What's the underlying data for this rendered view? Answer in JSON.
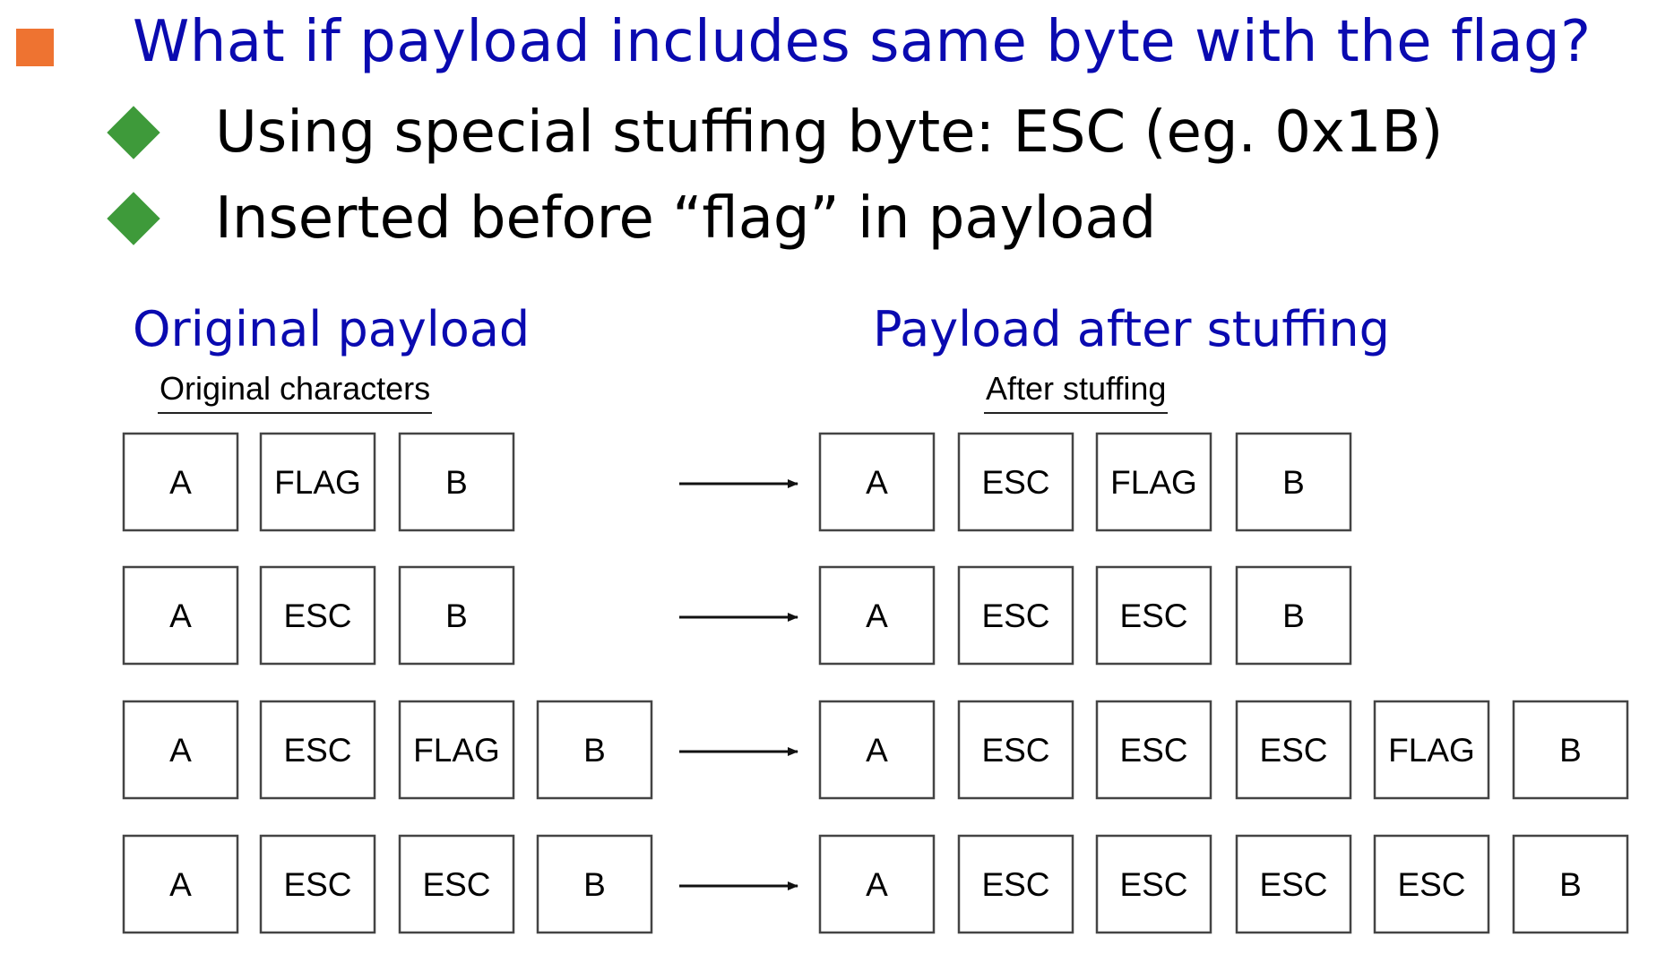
{
  "colors": {
    "title": "#0a0ab0",
    "title_bullet": "#ee7331",
    "sub_bullet": "#3e9a3a",
    "box_border": "#444444",
    "text": "#000000"
  },
  "title": "What if payload includes same byte with the flag?",
  "bullets": [
    {
      "icon": "diamond-bullet-icon",
      "text": "Using special stuffing byte: ESC (eg. 0x1B)"
    },
    {
      "icon": "diamond-bullet-icon",
      "text": "Inserted before “flag” in payload"
    }
  ],
  "left_heading": "Original payload",
  "right_heading": "Payload after stuffing",
  "left_caption": "Original characters",
  "right_caption": "After stuffing",
  "rows": [
    {
      "original": [
        "A",
        "FLAG",
        "B"
      ],
      "stuffed": [
        "A",
        "ESC",
        "FLAG",
        "B"
      ]
    },
    {
      "original": [
        "A",
        "ESC",
        "B"
      ],
      "stuffed": [
        "A",
        "ESC",
        "ESC",
        "B"
      ]
    },
    {
      "original": [
        "A",
        "ESC",
        "FLAG",
        "B"
      ],
      "stuffed": [
        "A",
        "ESC",
        "ESC",
        "ESC",
        "FLAG",
        "B"
      ]
    },
    {
      "original": [
        "A",
        "ESC",
        "ESC",
        "B"
      ],
      "stuffed": [
        "A",
        "ESC",
        "ESC",
        "ESC",
        "ESC",
        "B"
      ]
    }
  ]
}
